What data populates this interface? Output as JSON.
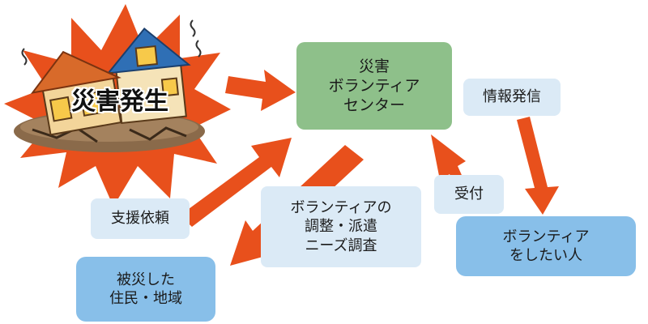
{
  "disaster": {
    "label": "災害発生"
  },
  "center": {
    "lines": [
      "災害",
      "ボランティア",
      "センター"
    ]
  },
  "info": {
    "label": "情報発信"
  },
  "reception": {
    "label": "受付"
  },
  "request": {
    "label": "支援依頼"
  },
  "coordination": {
    "lines": [
      "ボランティアの",
      "調整・派遣",
      "ニーズ調査"
    ]
  },
  "volunteers": {
    "lines": [
      "ボランティア",
      "をしたい人"
    ]
  },
  "victims": {
    "lines": [
      "被災した",
      "住民・地域"
    ]
  },
  "colors": {
    "arrow": "#e8501c",
    "burst": "#e8501c",
    "center_box": "#8ec08a",
    "blue_box": "#88bfe9",
    "light_box": "#dbeaf6"
  }
}
